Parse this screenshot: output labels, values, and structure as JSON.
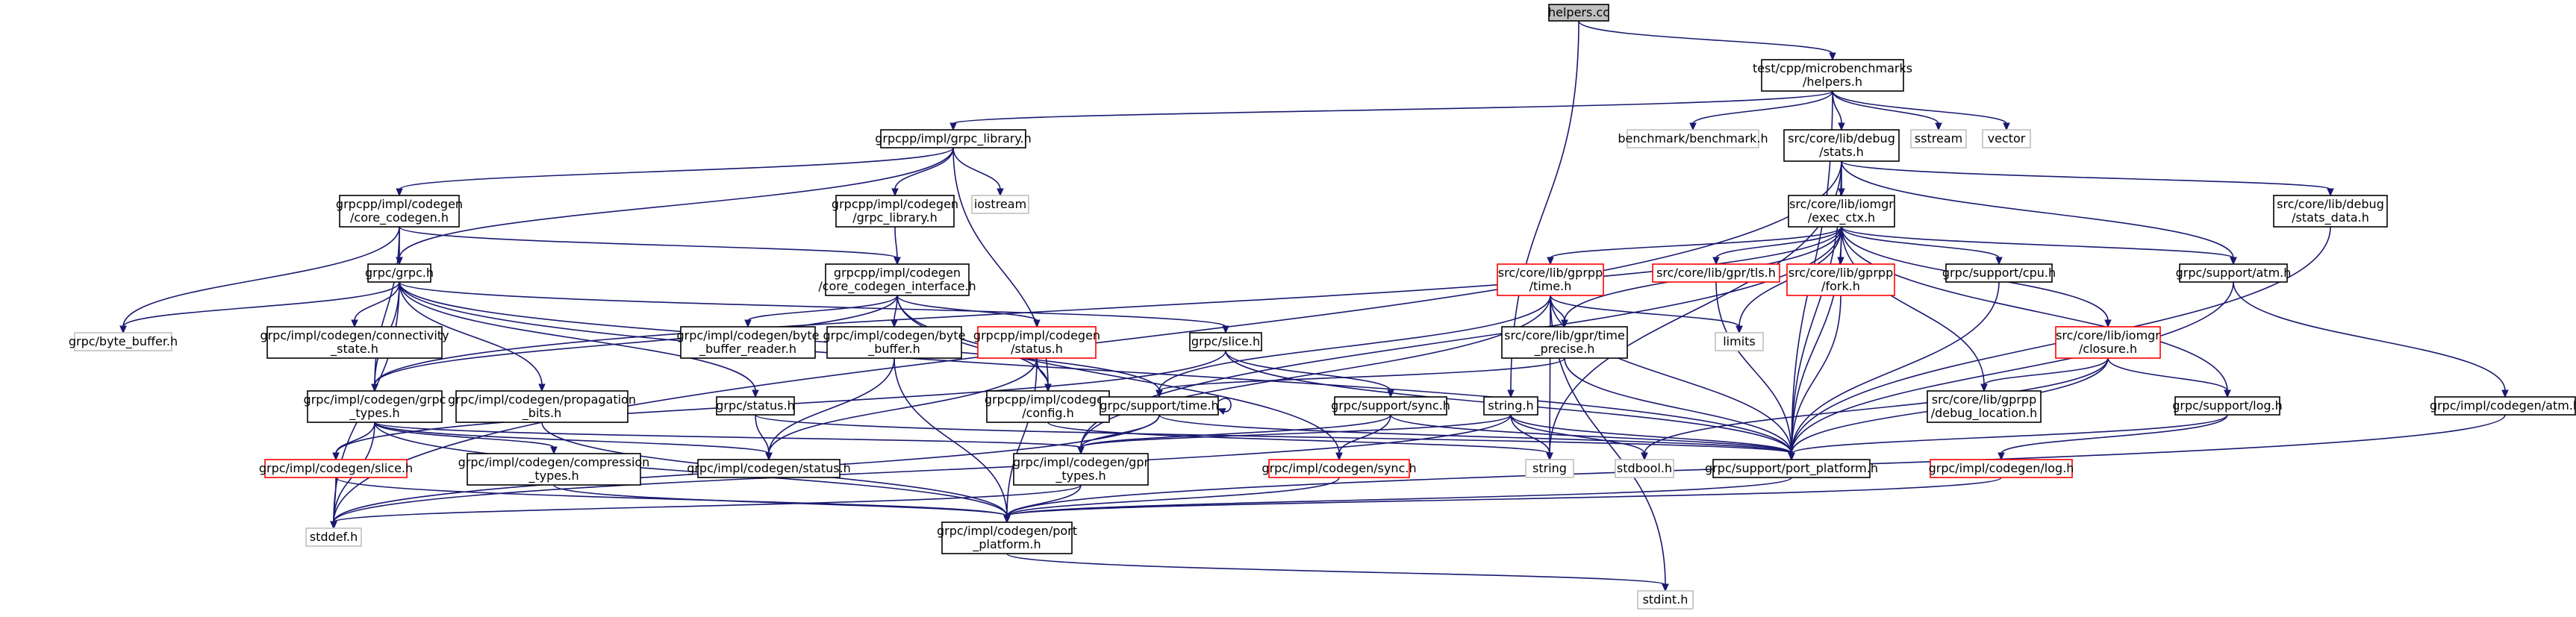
{
  "nodes": [
    {
      "id": "n_helpers_cc",
      "lines": [
        "helpers.cc"
      ],
      "style": "root"
    },
    {
      "id": "n_test_helpers",
      "lines": [
        "test/cpp/microbenchmarks",
        "/helpers.h"
      ],
      "style": "black"
    },
    {
      "id": "n_grpc_library",
      "lines": [
        "grpcpp/impl/grpc_library.h"
      ],
      "style": "black"
    },
    {
      "id": "n_benchmark",
      "lines": [
        "benchmark/benchmark.h"
      ],
      "style": "gray"
    },
    {
      "id": "n_stats",
      "lines": [
        "src/core/lib/debug",
        "/stats.h"
      ],
      "style": "black"
    },
    {
      "id": "n_sstream",
      "lines": [
        "sstream"
      ],
      "style": "gray"
    },
    {
      "id": "n_vector",
      "lines": [
        "vector"
      ],
      "style": "gray"
    },
    {
      "id": "n_core_codegen",
      "lines": [
        "grpcpp/impl/codegen",
        "/core_codegen.h"
      ],
      "style": "black"
    },
    {
      "id": "n_codegen_grpc_library",
      "lines": [
        "grpcpp/impl/codegen",
        "/grpc_library.h"
      ],
      "style": "black"
    },
    {
      "id": "n_iostream",
      "lines": [
        "iostream"
      ],
      "style": "gray"
    },
    {
      "id": "n_exec_ctx",
      "lines": [
        "src/core/lib/iomgr",
        "/exec_ctx.h"
      ],
      "style": "black"
    },
    {
      "id": "n_stats_data",
      "lines": [
        "src/core/lib/debug",
        "/stats_data.h"
      ],
      "style": "black"
    },
    {
      "id": "n_grpc_h",
      "lines": [
        "grpc/grpc.h"
      ],
      "style": "black"
    },
    {
      "id": "n_core_codegen_interface",
      "lines": [
        "grpcpp/impl/codegen",
        "/core_codegen_interface.h"
      ],
      "style": "black"
    },
    {
      "id": "n_gprpp_time",
      "lines": [
        "src/core/lib/gprpp",
        "/time.h"
      ],
      "style": "red"
    },
    {
      "id": "n_gpr_tls",
      "lines": [
        "src/core/lib/gpr/tls.h"
      ],
      "style": "red"
    },
    {
      "id": "n_gprpp_fork",
      "lines": [
        "src/core/lib/gprpp",
        "/fork.h"
      ],
      "style": "red"
    },
    {
      "id": "n_support_cpu",
      "lines": [
        "grpc/support/cpu.h"
      ],
      "style": "black"
    },
    {
      "id": "n_support_atm",
      "lines": [
        "grpc/support/atm.h"
      ],
      "style": "black"
    },
    {
      "id": "n_byte_buffer",
      "lines": [
        "grpc/byte_buffer.h"
      ],
      "style": "gray"
    },
    {
      "id": "n_connectivity_state",
      "lines": [
        "grpc/impl/codegen/connectivity",
        "_state.h"
      ],
      "style": "black"
    },
    {
      "id": "n_byte_buffer_reader",
      "lines": [
        "grpc/impl/codegen/byte",
        "_buffer_reader.h"
      ],
      "style": "black"
    },
    {
      "id": "n_codegen_byte_buffer",
      "lines": [
        "grpc/impl/codegen/byte",
        "_buffer.h"
      ],
      "style": "black"
    },
    {
      "id": "n_codegen_status",
      "lines": [
        "grpcpp/impl/codegen",
        "/status.h"
      ],
      "style": "red"
    },
    {
      "id": "n_slice_h",
      "lines": [
        "grpc/slice.h"
      ],
      "style": "black"
    },
    {
      "id": "n_time_precise",
      "lines": [
        "src/core/lib/gpr/time",
        "_precise.h"
      ],
      "style": "black"
    },
    {
      "id": "n_limits",
      "lines": [
        "limits"
      ],
      "style": "gray"
    },
    {
      "id": "n_iomgr_closure",
      "lines": [
        "src/core/lib/iomgr",
        "/closure.h"
      ],
      "style": "red"
    },
    {
      "id": "n_grpc_types",
      "lines": [
        "grpc/impl/codegen/grpc",
        "_types.h"
      ],
      "style": "black"
    },
    {
      "id": "n_propagation_bits",
      "lines": [
        "grpc/impl/codegen/propagation",
        "_bits.h"
      ],
      "style": "black"
    },
    {
      "id": "n_status_h",
      "lines": [
        "grpc/status.h"
      ],
      "style": "black"
    },
    {
      "id": "n_codegen_config",
      "lines": [
        "grpcpp/impl/codegen",
        "/config.h"
      ],
      "style": "black"
    },
    {
      "id": "n_support_time",
      "lines": [
        "grpc/support/time.h"
      ],
      "style": "black"
    },
    {
      "id": "n_support_sync",
      "lines": [
        "grpc/support/sync.h"
      ],
      "style": "black"
    },
    {
      "id": "n_string_h",
      "lines": [
        "string.h"
      ],
      "style": "black"
    },
    {
      "id": "n_debug_location",
      "lines": [
        "src/core/lib/gprpp",
        "/debug_location.h"
      ],
      "style": "black"
    },
    {
      "id": "n_support_log",
      "lines": [
        "grpc/support/log.h"
      ],
      "style": "black"
    },
    {
      "id": "n_codegen_atm",
      "lines": [
        "grpc/impl/codegen/atm.h"
      ],
      "style": "black"
    },
    {
      "id": "n_codegen_slice",
      "lines": [
        "grpc/impl/codegen/slice.h"
      ],
      "style": "red"
    },
    {
      "id": "n_compression_types",
      "lines": [
        "grpc/impl/codegen/compression",
        "_types.h"
      ],
      "style": "black"
    },
    {
      "id": "n_impl_codegen_status",
      "lines": [
        "grpc/impl/codegen/status.h"
      ],
      "style": "black"
    },
    {
      "id": "n_gpr_types",
      "lines": [
        "grpc/impl/codegen/gpr",
        "_types.h"
      ],
      "style": "black"
    },
    {
      "id": "n_codegen_sync",
      "lines": [
        "grpc/impl/codegen/sync.h"
      ],
      "style": "red"
    },
    {
      "id": "n_string",
      "lines": [
        "string"
      ],
      "style": "gray"
    },
    {
      "id": "n_stdbool",
      "lines": [
        "stdbool.h"
      ],
      "style": "gray"
    },
    {
      "id": "n_port_platform",
      "lines": [
        "grpc/support/port_platform.h"
      ],
      "style": "black"
    },
    {
      "id": "n_codegen_log",
      "lines": [
        "grpc/impl/codegen/log.h"
      ],
      "style": "red"
    },
    {
      "id": "n_stddef",
      "lines": [
        "stddef.h"
      ],
      "style": "gray"
    },
    {
      "id": "n_codegen_port_platform",
      "lines": [
        "grpc/impl/codegen/port",
        "_platform.h"
      ],
      "style": "black"
    },
    {
      "id": "n_stdint",
      "lines": [
        "stdint.h"
      ],
      "style": "gray"
    }
  ],
  "edges": [
    [
      "n_helpers_cc",
      "n_test_helpers"
    ],
    [
      "n_helpers_cc",
      "n_string_h"
    ],
    [
      "n_test_helpers",
      "n_grpc_library"
    ],
    [
      "n_test_helpers",
      "n_benchmark"
    ],
    [
      "n_test_helpers",
      "n_stats"
    ],
    [
      "n_test_helpers",
      "n_sstream"
    ],
    [
      "n_test_helpers",
      "n_vector"
    ],
    [
      "n_test_helpers",
      "n_port_platform"
    ],
    [
      "n_grpc_library",
      "n_core_codegen"
    ],
    [
      "n_grpc_library",
      "n_codegen_grpc_library"
    ],
    [
      "n_grpc_library",
      "n_iostream"
    ],
    [
      "n_grpc_library",
      "n_grpc_h"
    ],
    [
      "n_grpc_library",
      "n_codegen_config"
    ],
    [
      "n_stats",
      "n_exec_ctx"
    ],
    [
      "n_stats",
      "n_stats_data"
    ],
    [
      "n_stats",
      "n_support_atm"
    ],
    [
      "n_stats",
      "n_port_platform"
    ],
    [
      "n_stats",
      "n_string"
    ],
    [
      "n_stats",
      "n_stddef"
    ],
    [
      "n_core_codegen",
      "n_grpc_h"
    ],
    [
      "n_core_codegen",
      "n_core_codegen_interface"
    ],
    [
      "n_core_codegen",
      "n_byte_buffer"
    ],
    [
      "n_core_codegen",
      "n_grpc_types"
    ],
    [
      "n_codegen_grpc_library",
      "n_core_codegen_interface"
    ],
    [
      "n_exec_ctx",
      "n_gprpp_time"
    ],
    [
      "n_exec_ctx",
      "n_gpr_tls"
    ],
    [
      "n_exec_ctx",
      "n_gprpp_fork"
    ],
    [
      "n_exec_ctx",
      "n_support_cpu"
    ],
    [
      "n_exec_ctx",
      "n_support_atm"
    ],
    [
      "n_exec_ctx",
      "n_iomgr_closure"
    ],
    [
      "n_exec_ctx",
      "n_limits"
    ],
    [
      "n_exec_ctx",
      "n_time_precise"
    ],
    [
      "n_exec_ctx",
      "n_debug_location"
    ],
    [
      "n_exec_ctx",
      "n_support_log"
    ],
    [
      "n_exec_ctx",
      "n_port_platform"
    ],
    [
      "n_exec_ctx",
      "n_grpc_types"
    ],
    [
      "n_exec_ctx",
      "n_gpr_types"
    ],
    [
      "n_stats_data",
      "n_port_platform"
    ],
    [
      "n_grpc_h",
      "n_byte_buffer"
    ],
    [
      "n_grpc_h",
      "n_connectivity_state"
    ],
    [
      "n_grpc_h",
      "n_grpc_types"
    ],
    [
      "n_grpc_h",
      "n_propagation_bits"
    ],
    [
      "n_grpc_h",
      "n_status_h"
    ],
    [
      "n_grpc_h",
      "n_slice_h"
    ],
    [
      "n_grpc_h",
      "n_support_time"
    ],
    [
      "n_grpc_h",
      "n_port_platform"
    ],
    [
      "n_grpc_h",
      "n_stddef"
    ],
    [
      "n_core_codegen_interface",
      "n_byte_buffer_reader"
    ],
    [
      "n_core_codegen_interface",
      "n_codegen_byte_buffer"
    ],
    [
      "n_core_codegen_interface",
      "n_codegen_status"
    ],
    [
      "n_core_codegen_interface",
      "n_codegen_config"
    ],
    [
      "n_core_codegen_interface",
      "n_grpc_types"
    ],
    [
      "n_core_codegen_interface",
      "n_codegen_sync"
    ],
    [
      "n_gprpp_time",
      "n_time_precise"
    ],
    [
      "n_gprpp_time",
      "n_limits"
    ],
    [
      "n_gprpp_time",
      "n_support_time"
    ],
    [
      "n_gprpp_time",
      "n_string"
    ],
    [
      "n_gprpp_time",
      "n_port_platform"
    ],
    [
      "n_gprpp_time",
      "n_gpr_types"
    ],
    [
      "n_gprpp_time",
      "n_stdint"
    ],
    [
      "n_gpr_tls",
      "n_port_platform"
    ],
    [
      "n_gprpp_fork",
      "n_port_platform"
    ],
    [
      "n_support_cpu",
      "n_port_platform"
    ],
    [
      "n_support_atm",
      "n_port_platform"
    ],
    [
      "n_support_atm",
      "n_codegen_atm"
    ],
    [
      "n_iomgr_closure",
      "n_debug_location"
    ],
    [
      "n_iomgr_closure",
      "n_support_log"
    ],
    [
      "n_iomgr_closure",
      "n_port_platform"
    ],
    [
      "n_iomgr_closure",
      "n_stdbool"
    ],
    [
      "n_codegen_byte_buffer",
      "n_codegen_port_platform"
    ],
    [
      "n_codegen_byte_buffer",
      "n_impl_codegen_status"
    ],
    [
      "n_codegen_status",
      "n_codegen_config"
    ],
    [
      "n_codegen_status",
      "n_codegen_port_platform"
    ],
    [
      "n_codegen_status",
      "n_impl_codegen_status"
    ],
    [
      "n_slice_h",
      "n_support_sync"
    ],
    [
      "n_slice_h",
      "n_port_platform"
    ],
    [
      "n_slice_h",
      "n_codegen_slice"
    ],
    [
      "n_time_precise",
      "n_support_time"
    ],
    [
      "n_time_precise",
      "n_port_platform"
    ],
    [
      "n_grpc_types",
      "n_codegen_slice"
    ],
    [
      "n_grpc_types",
      "n_compression_types"
    ],
    [
      "n_grpc_types",
      "n_impl_codegen_status"
    ],
    [
      "n_grpc_types",
      "n_gpr_types"
    ],
    [
      "n_grpc_types",
      "n_stddef"
    ],
    [
      "n_grpc_types",
      "n_codegen_port_platform"
    ],
    [
      "n_propagation_bits",
      "n_codegen_port_platform"
    ],
    [
      "n_status_h",
      "n_impl_codegen_status"
    ],
    [
      "n_status_h",
      "n_port_platform"
    ],
    [
      "n_codegen_config",
      "n_string"
    ],
    [
      "n_support_time",
      "n_support_time"
    ],
    [
      "n_support_time",
      "n_gpr_types"
    ],
    [
      "n_support_time",
      "n_port_platform"
    ],
    [
      "n_support_time",
      "n_stddef"
    ],
    [
      "n_support_sync",
      "n_codegen_sync"
    ],
    [
      "n_support_sync",
      "n_gpr_types"
    ],
    [
      "n_support_sync",
      "n_port_platform"
    ],
    [
      "n_string_h",
      "n_string"
    ],
    [
      "n_string_h",
      "n_stdbool"
    ],
    [
      "n_string_h",
      "n_port_platform"
    ],
    [
      "n_string_h",
      "n_gpr_types"
    ],
    [
      "n_string_h",
      "n_stddef"
    ],
    [
      "n_support_log",
      "n_port_platform"
    ],
    [
      "n_support_log",
      "n_codegen_log"
    ],
    [
      "n_codegen_atm",
      "n_codegen_port_platform"
    ],
    [
      "n_codegen_slice",
      "n_stddef"
    ],
    [
      "n_codegen_slice",
      "n_codegen_port_platform"
    ],
    [
      "n_compression_types",
      "n_codegen_port_platform"
    ],
    [
      "n_gpr_types",
      "n_codegen_port_platform"
    ],
    [
      "n_gpr_types",
      "n_stddef"
    ],
    [
      "n_codegen_sync",
      "n_codegen_port_platform"
    ],
    [
      "n_port_platform",
      "n_codegen_port_platform"
    ],
    [
      "n_codegen_log",
      "n_codegen_port_platform"
    ],
    [
      "n_codegen_port_platform",
      "n_stdint"
    ]
  ]
}
